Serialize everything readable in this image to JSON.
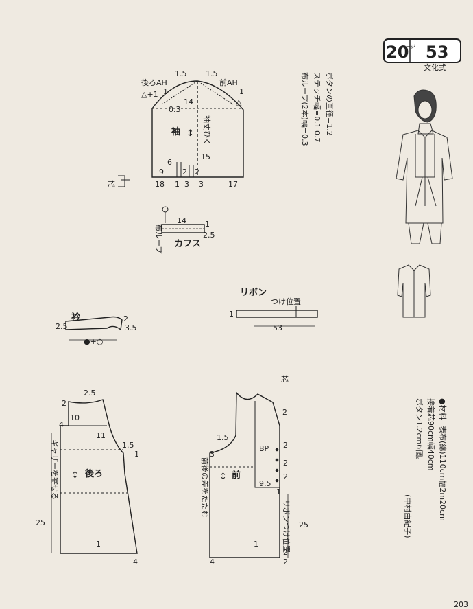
{
  "header": {
    "chapter": "20",
    "pages_label": "ページ",
    "pattern_no": "53",
    "publisher": "文化式"
  },
  "notes": {
    "button_diameter": "ボタンの直径=1.2",
    "stitch_width": "ステッチ幅=0.1",
    "stitch_width_2": "0.7",
    "loop_width": "布ループ(2本)幅=0.3"
  },
  "materials": {
    "title": "●材料",
    "fabric": "表布(綿)110cm幅2m20cm",
    "interfacing": "接着芯90cm幅40cm",
    "buttons": "ボタン1.2cm6個。",
    "designer": "(中村由紀子)"
  },
  "sleeve": {
    "back_ah": "後ろAH",
    "front_ah": "前AH",
    "name": "袖",
    "grain": "袖丈ひく",
    "dim_1_5a": "1.5",
    "dim_1_5b": "1.5",
    "dim_1a": "1",
    "dim_1b": "1",
    "dim_tri": "△+1",
    "dim_tri2": "△",
    "dim_0_3": "0.3",
    "dim_14": "14",
    "dim_15": "15",
    "dim_6": "6",
    "dim_9": "9",
    "dim_2a": "2",
    "dim_2b": "2",
    "dim_18": "18",
    "dim_1c": "1",
    "dim_3a": "3",
    "dim_3b": "3",
    "dim_17": "17",
    "interfacing": "芯"
  },
  "cuff": {
    "name": "カフス",
    "loop": "布ループ",
    "dim_14": "14",
    "dim_25": "2.5",
    "dim_1": "1"
  },
  "ribbon": {
    "name": "リボン",
    "position": "つけ位置",
    "dim_1": "1",
    "dim_53": "53"
  },
  "collar": {
    "name": "衿",
    "dim_25": "2.5",
    "dim_2": "2",
    "dim_35": "3.5",
    "formula": "●+○"
  },
  "back_bodice": {
    "name": "後ろ",
    "gather": "ギャザーを寄せる",
    "dim_25": "2.5",
    "dim_2": "2",
    "dim_10": "10",
    "dim_11": "11",
    "dim_1_5": "1.5",
    "dim_1": "1",
    "dim_4a": "4",
    "dim_4b": "4",
    "dim_25b": "25",
    "dim_1b": "1"
  },
  "front_bodice": {
    "name": "前",
    "bp": "BP",
    "tuck": "前後の差をたたむ",
    "ribbon_pos": "リボンつけ位置",
    "dim_1_5": "1.5",
    "dim_3": "3",
    "dim_2a": "2",
    "dim_2b": "2",
    "dim_2c": "2",
    "dim_2d": "2",
    "dim_9_5": "9.5",
    "dim_1": "1",
    "dim_2e": "2",
    "dim_25": "25",
    "dim_4": "4",
    "dim_1b": "1",
    "dim_2f": "2",
    "interfacing": "芯"
  },
  "page_number": "203"
}
